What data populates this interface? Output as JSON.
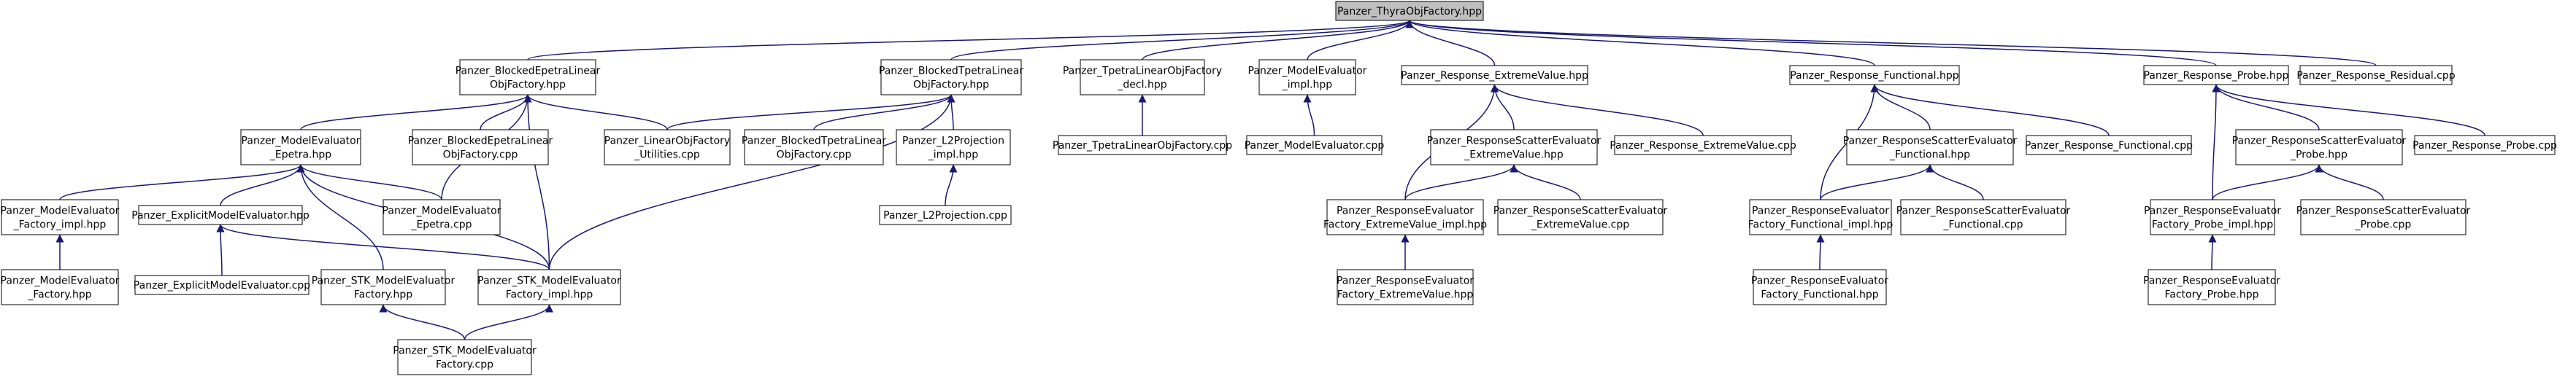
{
  "diagram": {
    "type": "include-dependency-graph",
    "colors": {
      "node_fill": "#ffffff",
      "root_fill": "#bfbfbf",
      "stroke": "#000000",
      "edge": "#191970"
    },
    "nodes": [
      {
        "id": "n0",
        "lines": [
          "Panzer_ThyraObjFactory.hpp"
        ],
        "root": true
      },
      {
        "id": "n1",
        "lines": [
          "Panzer_BlockedEpetraLinear",
          "ObjFactory.hpp"
        ]
      },
      {
        "id": "n2",
        "lines": [
          "Panzer_BlockedTpetraLinear",
          "ObjFactory.hpp"
        ]
      },
      {
        "id": "n3",
        "lines": [
          "Panzer_TpetraLinearObjFactory",
          "_decl.hpp"
        ]
      },
      {
        "id": "n4",
        "lines": [
          "Panzer_ModelEvaluator",
          "_impl.hpp"
        ]
      },
      {
        "id": "n5",
        "lines": [
          "Panzer_Response_ExtremeValue.hpp"
        ]
      },
      {
        "id": "n6",
        "lines": [
          "Panzer_Response_Functional.hpp"
        ]
      },
      {
        "id": "n7",
        "lines": [
          "Panzer_Response_Probe.hpp"
        ]
      },
      {
        "id": "n8",
        "lines": [
          "Panzer_Response_Residual.cpp"
        ]
      },
      {
        "id": "n9",
        "lines": [
          "Panzer_ModelEvaluator",
          "_Epetra.hpp"
        ]
      },
      {
        "id": "n10",
        "lines": [
          "Panzer_BlockedEpetraLinear",
          "ObjFactory.cpp"
        ]
      },
      {
        "id": "n11",
        "lines": [
          "Panzer_LinearObjFactory",
          "_Utilities.cpp"
        ]
      },
      {
        "id": "n12",
        "lines": [
          "Panzer_BlockedTpetraLinear",
          "ObjFactory.cpp"
        ]
      },
      {
        "id": "n13",
        "lines": [
          "Panzer_L2Projection",
          "_impl.hpp"
        ]
      },
      {
        "id": "n14",
        "lines": [
          "Panzer_TpetraLinearObjFactory.cpp"
        ]
      },
      {
        "id": "n15",
        "lines": [
          "Panzer_ModelEvaluator.cpp"
        ]
      },
      {
        "id": "n16",
        "lines": [
          "Panzer_ResponseScatterEvaluator",
          "_ExtremeValue.hpp"
        ]
      },
      {
        "id": "n17",
        "lines": [
          "Panzer_Response_ExtremeValue.cpp"
        ]
      },
      {
        "id": "n18",
        "lines": [
          "Panzer_ResponseScatterEvaluator",
          "_Functional.hpp"
        ]
      },
      {
        "id": "n19",
        "lines": [
          "Panzer_Response_Functional.cpp"
        ]
      },
      {
        "id": "n20",
        "lines": [
          "Panzer_ResponseScatterEvaluator",
          "_Probe.hpp"
        ]
      },
      {
        "id": "n21",
        "lines": [
          "Panzer_Response_Probe.cpp"
        ]
      },
      {
        "id": "n22",
        "lines": [
          "Panzer_ModelEvaluator",
          "_Factory_impl.hpp"
        ]
      },
      {
        "id": "n23",
        "lines": [
          "Panzer_ExplicitModelEvaluator.hpp"
        ]
      },
      {
        "id": "n24",
        "lines": [
          "Panzer_ModelEvaluator",
          "_Epetra.cpp"
        ]
      },
      {
        "id": "n25",
        "lines": [
          "Panzer_L2Projection.cpp"
        ]
      },
      {
        "id": "n26",
        "lines": [
          "Panzer_ResponseEvaluator",
          "Factory_ExtremeValue_impl.hpp"
        ]
      },
      {
        "id": "n27",
        "lines": [
          "Panzer_ResponseScatterEvaluator",
          "_ExtremeValue.cpp"
        ]
      },
      {
        "id": "n28",
        "lines": [
          "Panzer_ResponseEvaluator",
          "Factory_Functional_impl.hpp"
        ]
      },
      {
        "id": "n29",
        "lines": [
          "Panzer_ResponseScatterEvaluator",
          "_Functional.cpp"
        ]
      },
      {
        "id": "n30",
        "lines": [
          "Panzer_ResponseEvaluator",
          "Factory_Probe_impl.hpp"
        ]
      },
      {
        "id": "n31",
        "lines": [
          "Panzer_ResponseScatterEvaluator",
          "_Probe.cpp"
        ]
      },
      {
        "id": "n32",
        "lines": [
          "Panzer_ModelEvaluator",
          "_Factory.hpp"
        ]
      },
      {
        "id": "n33",
        "lines": [
          "Panzer_ExplicitModelEvaluator.cpp"
        ]
      },
      {
        "id": "n34",
        "lines": [
          "Panzer_STK_ModelEvaluator",
          "Factory.hpp"
        ]
      },
      {
        "id": "n35",
        "lines": [
          "Panzer_STK_ModelEvaluator",
          "Factory_impl.hpp"
        ]
      },
      {
        "id": "n36",
        "lines": [
          "Panzer_ResponseEvaluator",
          "Factory_ExtremeValue.hpp"
        ]
      },
      {
        "id": "n37",
        "lines": [
          "Panzer_ResponseEvaluator",
          "Factory_Functional.hpp"
        ]
      },
      {
        "id": "n38",
        "lines": [
          "Panzer_ResponseEvaluator",
          "Factory_Probe.hpp"
        ]
      },
      {
        "id": "n39",
        "lines": [
          "Panzer_STK_ModelEvaluator",
          "Factory.cpp"
        ]
      }
    ],
    "edges": [
      [
        "n1",
        "n0"
      ],
      [
        "n2",
        "n0"
      ],
      [
        "n3",
        "n0"
      ],
      [
        "n4",
        "n0"
      ],
      [
        "n5",
        "n0"
      ],
      [
        "n6",
        "n0"
      ],
      [
        "n7",
        "n0"
      ],
      [
        "n8",
        "n0"
      ],
      [
        "n9",
        "n1"
      ],
      [
        "n10",
        "n1"
      ],
      [
        "n11",
        "n1"
      ],
      [
        "n24",
        "n1"
      ],
      [
        "n35",
        "n1"
      ],
      [
        "n11",
        "n2"
      ],
      [
        "n12",
        "n2"
      ],
      [
        "n13",
        "n2"
      ],
      [
        "n35",
        "n2"
      ],
      [
        "n14",
        "n3"
      ],
      [
        "n15",
        "n4"
      ],
      [
        "n16",
        "n5"
      ],
      [
        "n17",
        "n5"
      ],
      [
        "n26",
        "n5"
      ],
      [
        "n18",
        "n6"
      ],
      [
        "n19",
        "n6"
      ],
      [
        "n28",
        "n6"
      ],
      [
        "n20",
        "n7"
      ],
      [
        "n21",
        "n7"
      ],
      [
        "n30",
        "n7"
      ],
      [
        "n22",
        "n9"
      ],
      [
        "n23",
        "n9"
      ],
      [
        "n24",
        "n9"
      ],
      [
        "n34",
        "n9"
      ],
      [
        "n35",
        "n9"
      ],
      [
        "n25",
        "n13"
      ],
      [
        "n26",
        "n16"
      ],
      [
        "n27",
        "n16"
      ],
      [
        "n28",
        "n18"
      ],
      [
        "n29",
        "n18"
      ],
      [
        "n30",
        "n20"
      ],
      [
        "n31",
        "n20"
      ],
      [
        "n32",
        "n22"
      ],
      [
        "n33",
        "n23"
      ],
      [
        "n35",
        "n23"
      ],
      [
        "n39",
        "n35"
      ],
      [
        "n39",
        "n34"
      ],
      [
        "n36",
        "n26"
      ],
      [
        "n37",
        "n28"
      ],
      [
        "n38",
        "n30"
      ]
    ]
  }
}
